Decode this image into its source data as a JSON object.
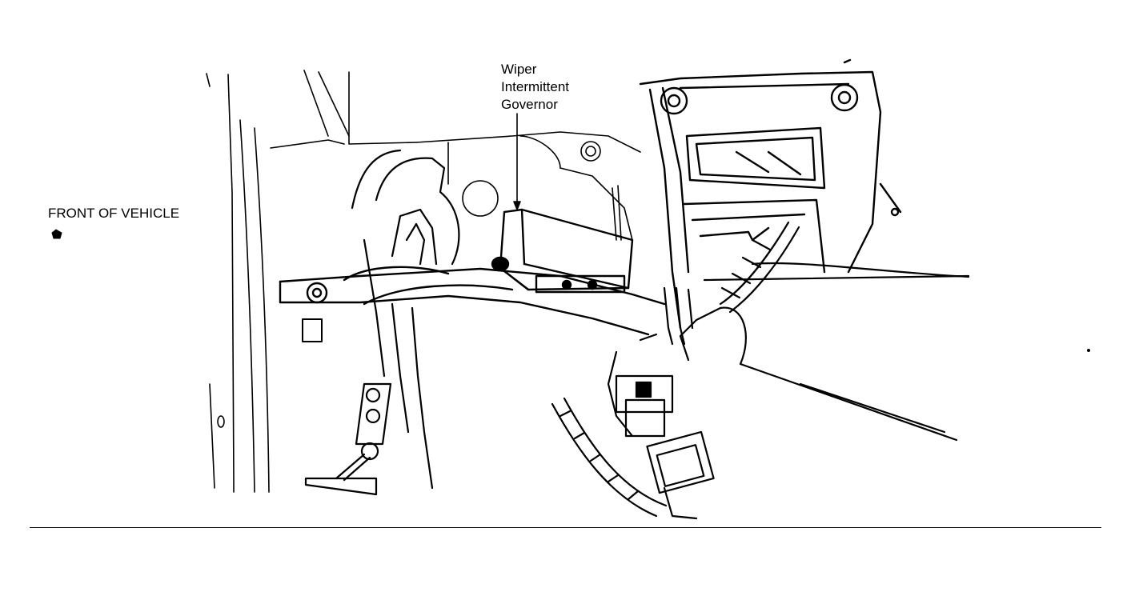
{
  "figure": {
    "front_label": "FRONT OF VEHICLE",
    "callout": {
      "line1": "Wiper",
      "line2": "Intermittent",
      "line3": "Governor"
    },
    "ink_color": "#000000",
    "paper_color": "#ffffff"
  }
}
